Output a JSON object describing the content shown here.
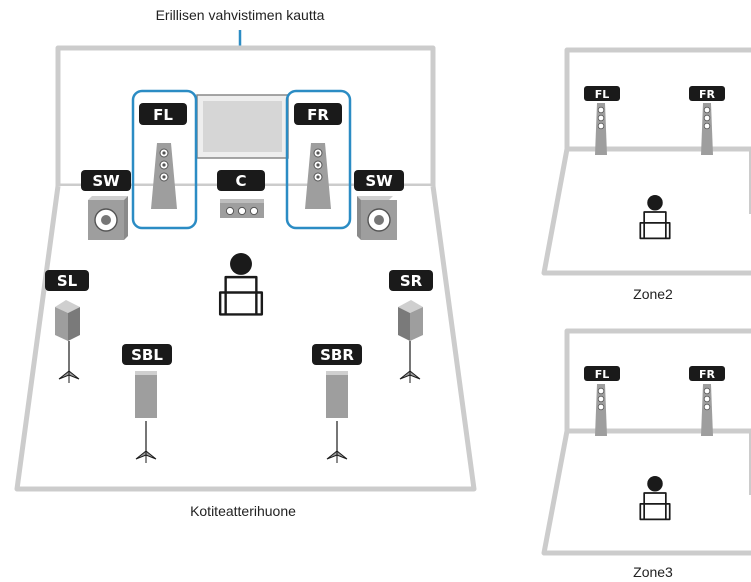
{
  "caption_top": "Erillisen vahvistimen kautta",
  "main_room": {
    "caption": "Kotiteatterihuone",
    "labels": {
      "fl": "FL",
      "fr": "FR",
      "c": "C",
      "sw_left": "SW",
      "sw_right": "SW",
      "sl": "SL",
      "sr": "SR",
      "sbl": "SBL",
      "sbr": "SBR"
    }
  },
  "zone2": {
    "caption": "Zone2",
    "fl": "FL",
    "fr": "FR"
  },
  "zone3": {
    "caption": "Zone3",
    "fl": "FL",
    "fr": "FR"
  },
  "colors": {
    "room_border": "#cccccc",
    "highlight": "#2b8cc4",
    "label_bg": "#1a1a1a",
    "speaker": "#9e9e9e",
    "tv_screen": "#d6d6d6"
  },
  "icons": [
    "speaker-tower-icon",
    "subwoofer-icon",
    "center-speaker-icon",
    "surround-speaker-icon",
    "listener-icon",
    "tv-icon"
  ]
}
